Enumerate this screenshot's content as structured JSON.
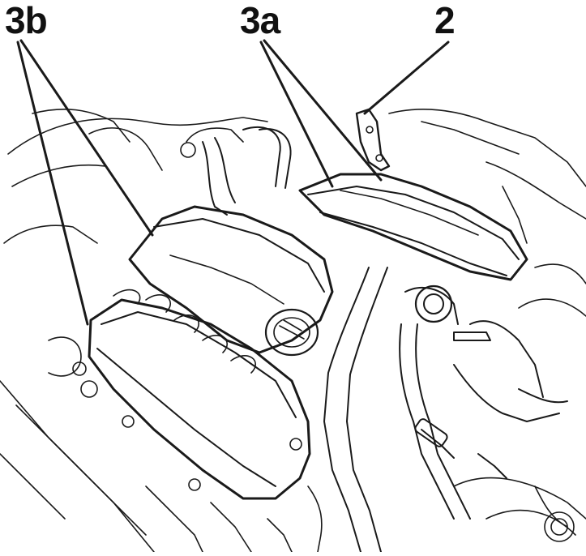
{
  "callouts": {
    "label_3b": "3b",
    "label_3a": "3a",
    "label_2": "2"
  },
  "colors": {
    "ink": "#1a1a1a",
    "paper": "#ffffff"
  }
}
